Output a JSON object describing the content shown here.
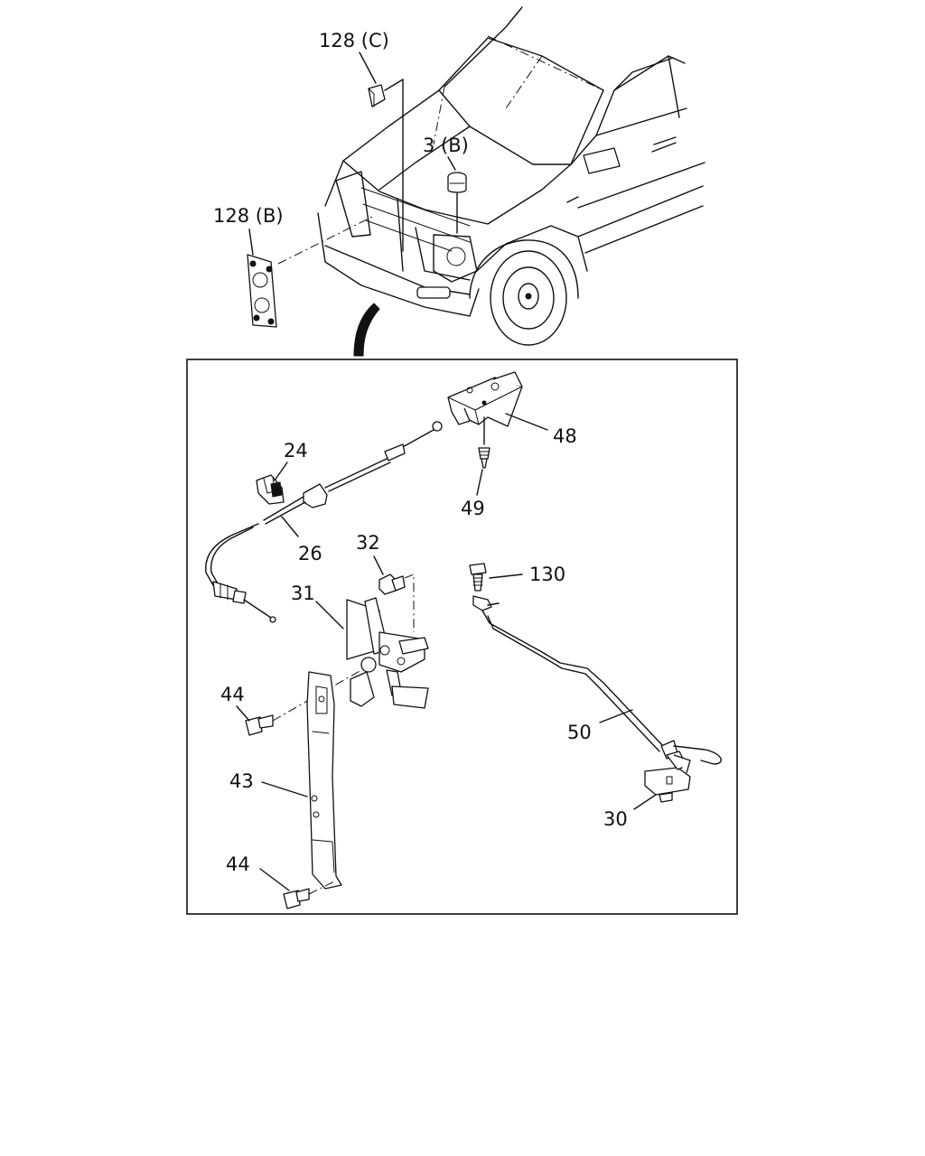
{
  "callouts": {
    "c128c": "128 (C)",
    "c3b": "3 (B)",
    "c128b": "128 (B)",
    "c48": "48",
    "c24": "24",
    "c49": "49",
    "c26": "26",
    "c32": "32",
    "c130": "130",
    "c31": "31",
    "c44a": "44",
    "c50": "50",
    "c43": "43",
    "c30": "30",
    "c44b": "44"
  },
  "colors": {
    "ink": "#111111",
    "paper": "#ffffff"
  }
}
